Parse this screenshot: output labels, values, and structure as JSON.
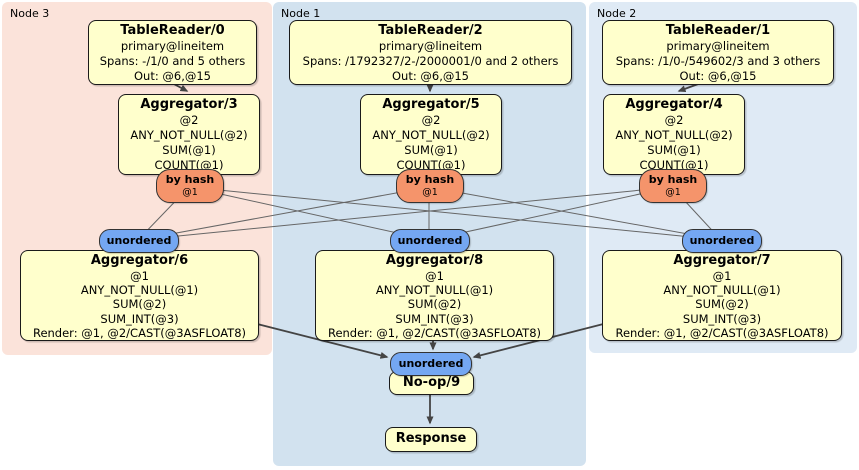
{
  "regions": [
    {
      "label": "Node 3"
    },
    {
      "label": "Node 1"
    },
    {
      "label": "Node 2"
    }
  ],
  "tablereaders": [
    {
      "title": "TableReader/0",
      "index": "primary@lineitem",
      "spans": "Spans: -/1/0 and 5 others",
      "out": "Out: @6,@15"
    },
    {
      "title": "TableReader/2",
      "index": "primary@lineitem",
      "spans": "Spans: /1792327/2-/2000001/0 and 2 others",
      "out": "Out: @6,@15"
    },
    {
      "title": "TableReader/1",
      "index": "primary@lineitem",
      "spans": "Spans: /1/0-/549602/3 and 3 others",
      "out": "Out: @6,@15"
    }
  ],
  "top_aggregators": [
    {
      "title": "Aggregator/3",
      "lines": [
        "@2",
        "ANY_NOT_NULL(@2)",
        "SUM(@1)",
        "COUNT(@1)"
      ]
    },
    {
      "title": "Aggregator/5",
      "lines": [
        "@2",
        "ANY_NOT_NULL(@2)",
        "SUM(@1)",
        "COUNT(@1)"
      ]
    },
    {
      "title": "Aggregator/4",
      "lines": [
        "@2",
        "ANY_NOT_NULL(@2)",
        "SUM(@1)",
        "COUNT(@1)"
      ]
    }
  ],
  "routers": [
    {
      "label": "by hash",
      "tag": "@1"
    },
    {
      "label": "by hash",
      "tag": "@1"
    },
    {
      "label": "by hash",
      "tag": "@1"
    }
  ],
  "streams": [
    {
      "label": "unordered"
    },
    {
      "label": "unordered"
    },
    {
      "label": "unordered"
    },
    {
      "label": "unordered"
    }
  ],
  "bottom_aggregators": [
    {
      "title": "Aggregator/6",
      "lines": [
        "@1",
        "ANY_NOT_NULL(@1)",
        "SUM(@2)",
        "SUM_INT(@3)",
        "Render: @1, @2/CAST(@3ASFLOAT8)"
      ]
    },
    {
      "title": "Aggregator/8",
      "lines": [
        "@1",
        "ANY_NOT_NULL(@1)",
        "SUM(@2)",
        "SUM_INT(@3)",
        "Render: @1, @2/CAST(@3ASFLOAT8)"
      ]
    },
    {
      "title": "Aggregator/7",
      "lines": [
        "@1",
        "ANY_NOT_NULL(@1)",
        "SUM(@2)",
        "SUM_INT(@3)",
        "Render: @1, @2/CAST(@3ASFLOAT8)"
      ]
    }
  ],
  "noop": {
    "title": "No-op/9"
  },
  "response": {
    "title": "Response"
  },
  "colors": {
    "box_fill": "#ffffcc",
    "box_border": "#1a1a1a",
    "hash_fill": "#f5946b",
    "unordered_fill": "#74a7f2",
    "node3_bg": "#fbe3da",
    "node1_bg": "#d2e2ef",
    "node2_bg": "#dfeaf5",
    "edge": "#666666",
    "arrow": "#444444"
  },
  "edges": {
    "mesh": [
      [
        189,
        187,
        138,
        240
      ],
      [
        189,
        187,
        429,
        240
      ],
      [
        189,
        187,
        721,
        240
      ],
      [
        429,
        187,
        138,
        240
      ],
      [
        429,
        187,
        429,
        240
      ],
      [
        429,
        187,
        721,
        240
      ],
      [
        672,
        187,
        138,
        240
      ],
      [
        672,
        187,
        429,
        240
      ],
      [
        672,
        187,
        721,
        240
      ]
    ],
    "arrows": [
      [
        172,
        83,
        187,
        91
      ],
      [
        430,
        83,
        430,
        91
      ],
      [
        701,
        83,
        679,
        91
      ],
      [
        139,
        294,
        387,
        357
      ],
      [
        433,
        339,
        433,
        349
      ],
      [
        721,
        294,
        474,
        357
      ],
      [
        430,
        393,
        430,
        423
      ]
    ]
  }
}
